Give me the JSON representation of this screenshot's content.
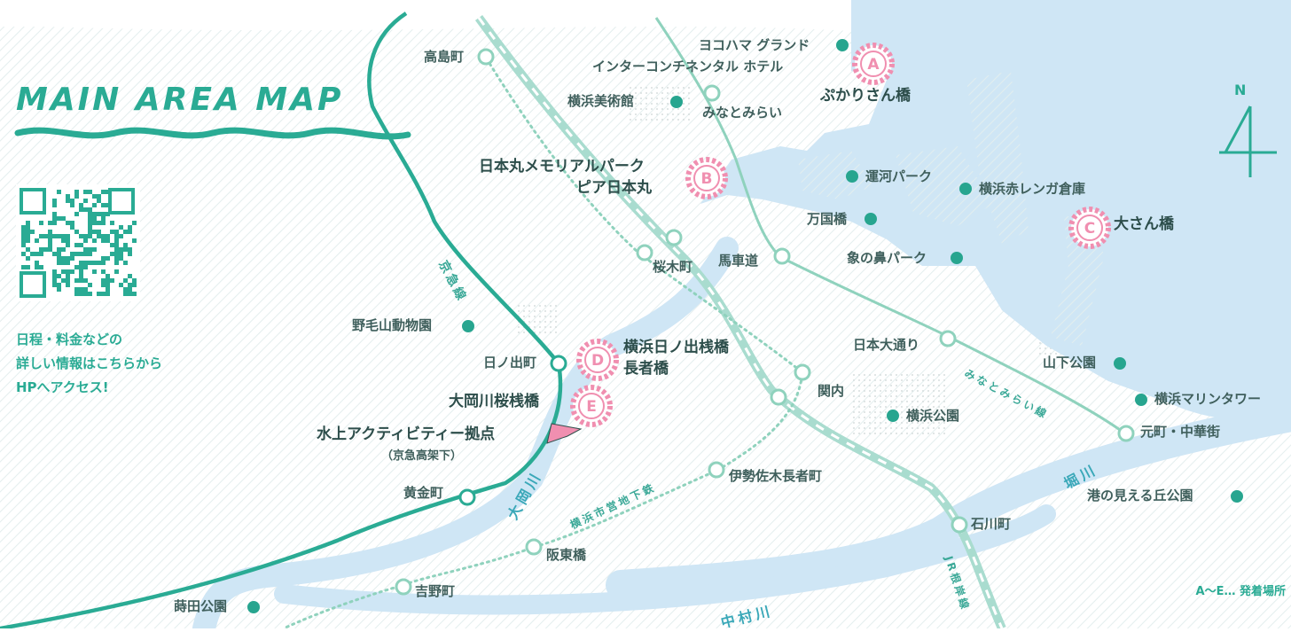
{
  "title": "MAIN AREA MAP",
  "info_lines": [
    "日程・料金などの",
    "詳しい情報はこちらから",
    "HPへアクセス!"
  ],
  "legend": "A～E… 発着場所",
  "north_label": "N",
  "colors": {
    "sea": "#cfe6f5",
    "keikyu": "#2aab94",
    "jr": "#a9dccf",
    "minatomirai": "#8fd2bd",
    "subway": "#8fd2bd",
    "pier_pink": "#f08fb0",
    "poi_dot": "#27a58f"
  },
  "piers": [
    {
      "letter": "A",
      "name": "ぷかりさん橋"
    },
    {
      "letter": "B",
      "name": "日本丸メモリアルパーク",
      "name2": "ピア日本丸"
    },
    {
      "letter": "C",
      "name": "大さん橋"
    },
    {
      "letter": "D",
      "name": "横浜日ノ出桟橋",
      "name2": "長者橋"
    },
    {
      "letter": "E",
      "name": "大岡川桜桟橋"
    }
  ],
  "activity": {
    "name": "水上アクティビティー拠点",
    "sub": "（京急高架下）"
  },
  "stations": [
    "高島町",
    "みなとみらい",
    "桜木町",
    "馬車道",
    "日本大通り",
    "元町・中華街",
    "関内",
    "石川町",
    "日ノ出町",
    "黄金町",
    "伊勢佐木長者町",
    "阪東橋",
    "吉野町"
  ],
  "pois": [
    "ヨコハマ グランド",
    "インターコンチネンタル ホテル",
    "横浜美術館",
    "運河パーク",
    "横浜赤レンガ倉庫",
    "万国橋",
    "象の鼻パーク",
    "野毛山動物園",
    "山下公園",
    "横浜マリンタワー",
    "横浜公園",
    "港の見える丘公園",
    "蒔田公園"
  ],
  "lines": {
    "keikyu": "京急線",
    "minatomirai": "みなとみらい線",
    "subway": "横浜市営地下鉄",
    "jr": "JR根岸線"
  },
  "rivers": [
    "大岡川",
    "堀川",
    "中村川"
  ]
}
